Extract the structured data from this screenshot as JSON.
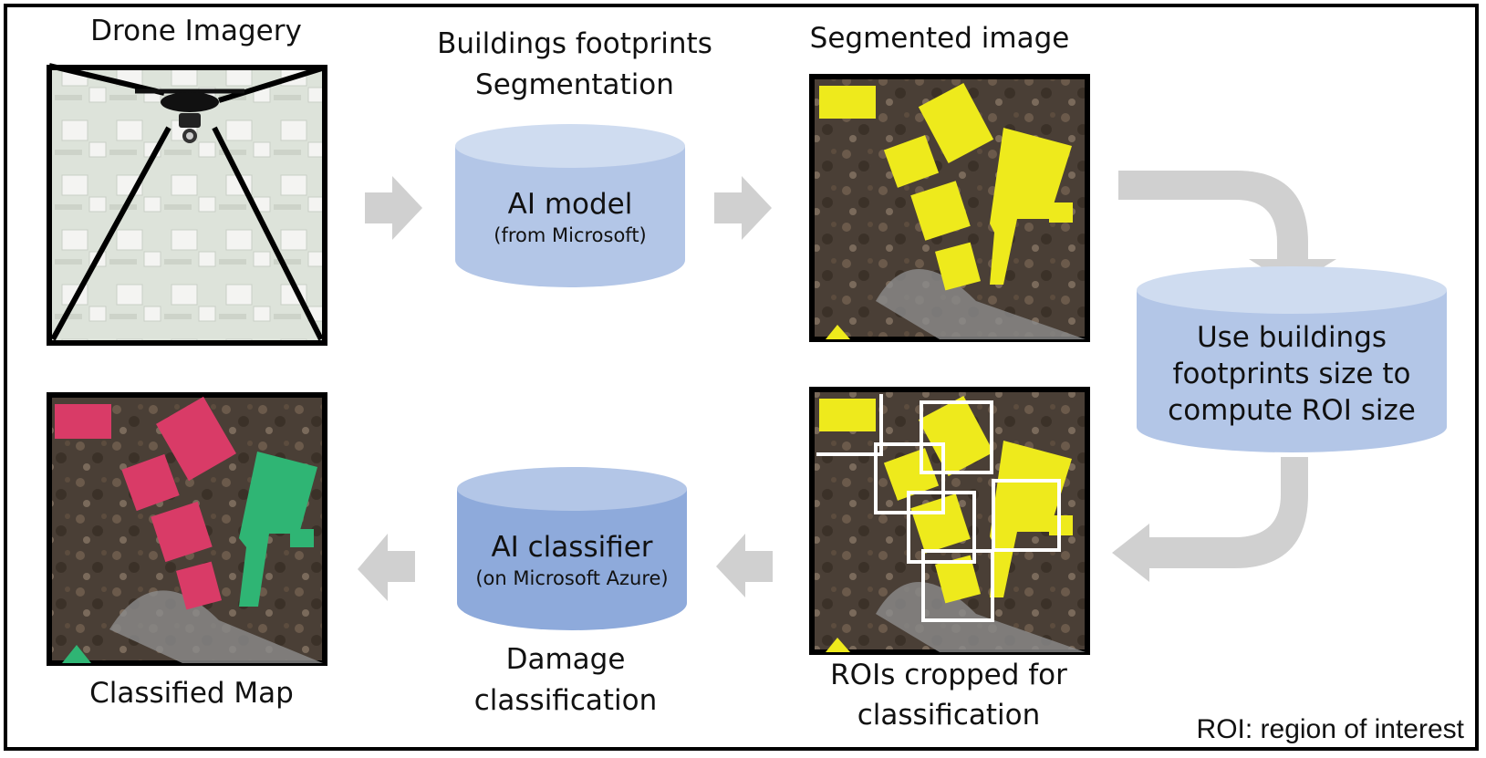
{
  "labels": {
    "drone_imagery": "Drone Imagery",
    "footprints_line1": "Buildings footprints",
    "footprints_line2": "Segmentation",
    "segmented_image": "Segmented image",
    "classified_map": "Classified Map",
    "damage_line1": "Damage",
    "damage_line2": "classification",
    "rois_line1": "ROIs cropped for",
    "rois_line2": "classification",
    "roi_note": "ROI: region of interest"
  },
  "cylinders": {
    "ai_model": {
      "title": "AI model",
      "subtitle": "(from Microsoft)"
    },
    "roi_size": {
      "line1": "Use buildings",
      "line2": "footprints size to",
      "line3": "compute ROI size"
    },
    "ai_classifier": {
      "title": "AI classifier",
      "subtitle": "(on Microsoft Azure)"
    }
  },
  "colors": {
    "cylinder_fill": "#b3c6e7",
    "cylinder_top": "#cfdcf0",
    "classifier_fill": "#8eaadb",
    "arrow_gray": "#d0d0d0",
    "segmentation_yellow": "#eeea1c",
    "damaged_red": "#d93b67",
    "undamaged_green": "#2fb574"
  }
}
